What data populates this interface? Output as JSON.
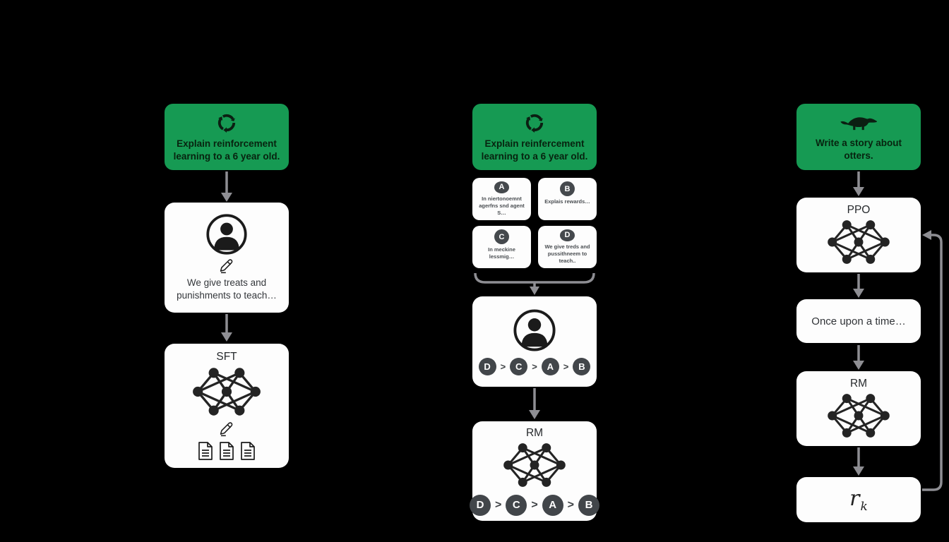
{
  "palette": {
    "background": "#000000",
    "prompt_green": "#169a53",
    "box_white": "#fdfdfd",
    "arrow_grey": "#8e8e93",
    "badge_dark": "#45494d",
    "prompt_text_dark": "#07230f"
  },
  "step1": {
    "prompt": "Explain reinforcement learning to a 6 year old.",
    "labeler_response": "We give treats and punishments to teach…",
    "model_label": "SFT"
  },
  "step2": {
    "prompt": "Explain reinfercement learning to a 6 year old.",
    "answers": [
      {
        "letter": "A",
        "text": "In niertonoemnt agerfns snd agent S…"
      },
      {
        "letter": "B",
        "text": "Explais rewards…"
      },
      {
        "letter": "C",
        "text": "In meckine lessmig…"
      },
      {
        "letter": "D",
        "text": "We give treds and pussithneem to teach.."
      }
    ],
    "ranking": {
      "first": "D",
      "second": "C",
      "third": "A",
      "fourth": "B",
      "gt": ">"
    },
    "model_label": "RM"
  },
  "step3": {
    "prompt": "Write a story about otters.",
    "policy_label": "PPO",
    "output_text": "Once upon a time…",
    "rm_label": "RM",
    "reward": {
      "base": "r",
      "sub": "k"
    }
  }
}
